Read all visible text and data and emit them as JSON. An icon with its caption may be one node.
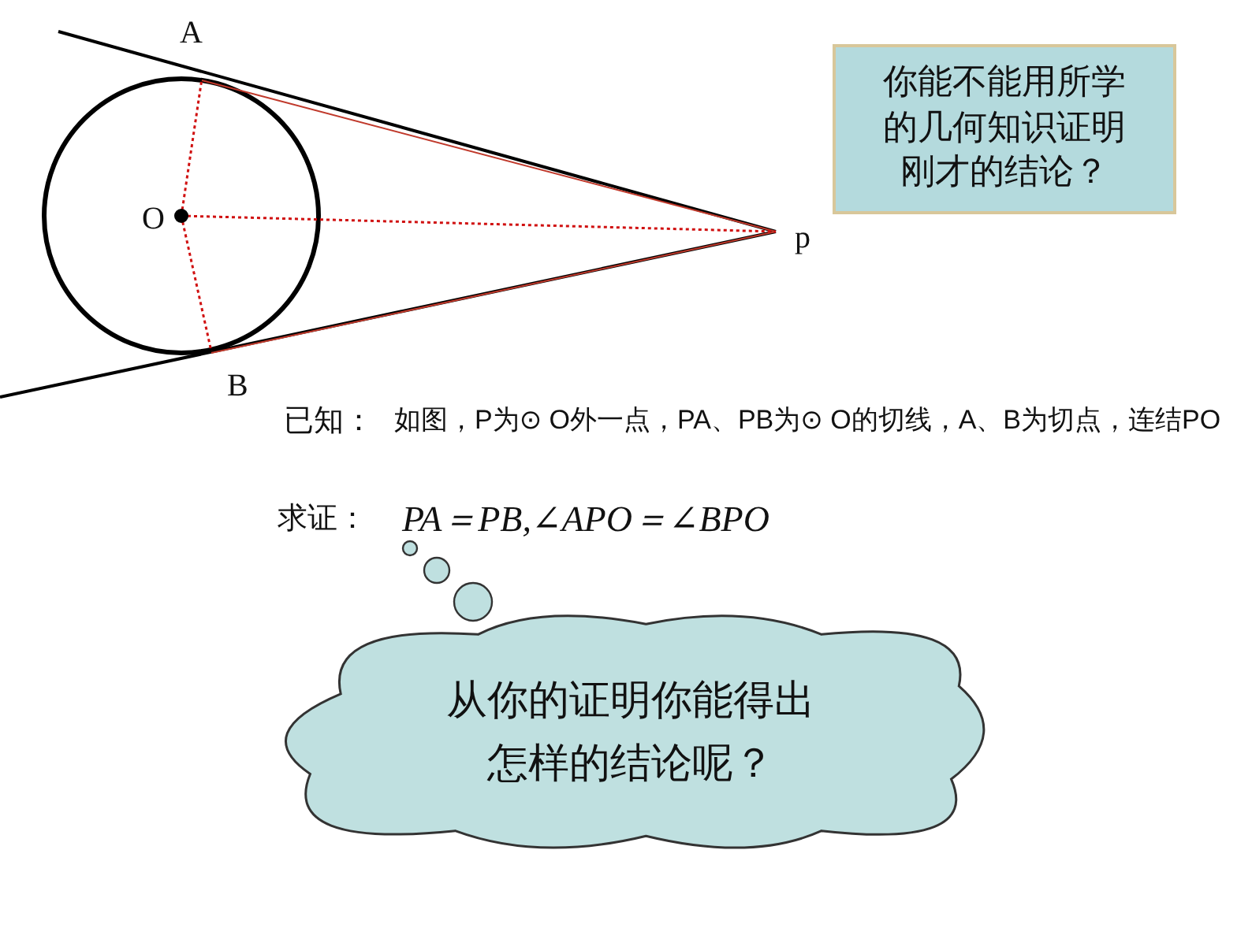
{
  "diagram": {
    "nodes": [
      {
        "text": [
          "你能不能用所学的几何知识证明刚才的结论？"
        ]
      },
      {
        "text": [
          "从你的证明你能得出怎样的结论呢？"
        ]
      }
    ],
    "labels": [
      "A",
      "O",
      "p",
      "B",
      "已知：",
      "如图，P为⊙ O外一点，PA、PB为⊙ O的切线，A、B为切点，连结PO",
      "求证：",
      "PA＝PB,∠APO＝∠BPO"
    ]
  }
}
